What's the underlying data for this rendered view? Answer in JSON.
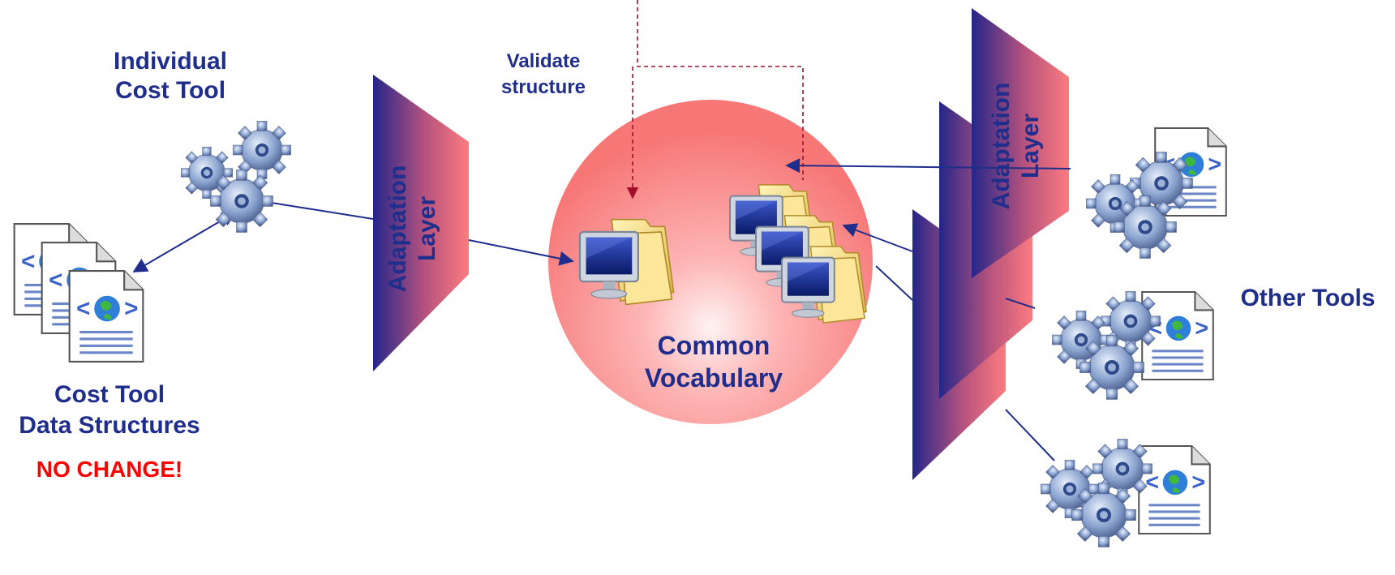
{
  "labels": {
    "individual_cost_tool_l1": "Individual",
    "individual_cost_tool_l2": "Cost Tool",
    "validate_l1": "Validate",
    "validate_l2": "structure",
    "data_structures_l1": "Cost Tool",
    "data_structures_l2": "Data Structures",
    "no_change": "NO CHANGE!",
    "common_vocab_l1": "Common",
    "common_vocab_l2": "Vocabulary",
    "other_tools": "Other Tools",
    "adaptation_l1": "Adaptation",
    "adaptation_l2": "Layer"
  },
  "colors": {
    "text": "#1f2e8c",
    "alert": "#ff0000",
    "sphere": "#f87b7b",
    "layer_dark": "#24268a",
    "layer_light": "#fb7b7f",
    "arrow": "#1f2e8c",
    "dashed": "#a0102a"
  },
  "icons": [
    "gears-icon",
    "xml-document-icon",
    "computer-folder-icon"
  ]
}
